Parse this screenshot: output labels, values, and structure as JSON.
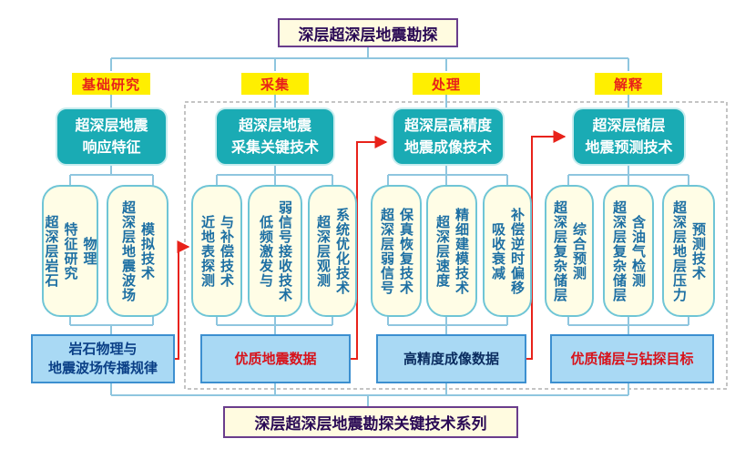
{
  "title": "深层超深层地震勘探",
  "bottom_title": "深层超深层地震勘探关键技术系列",
  "phases": [
    "基础研究",
    "采集",
    "处理",
    "解释"
  ],
  "headings": [
    "超深层地震\n响应特征",
    "超深层地震\n采集关键技术",
    "超深层高精度\n地震成像技术",
    "超深层储层\n地震预测技术"
  ],
  "items": [
    [
      "物理\n特征研究\n超深层岩石",
      "模拟技术\n超深层地震波场"
    ],
    [
      "与补偿技术\n近地表探测",
      "弱信号接收技术\n低频激发与",
      "系统优化技术\n超深层观测"
    ],
    [
      "保真恢复技术\n超深层弱信号",
      "精细建模技术\n超深层速度",
      "补偿逆时偏移\n吸收衰减"
    ],
    [
      "综合预测\n超深层复杂储层",
      "含油气检测\n超深层复杂储层",
      "预测技术\n超深层地层压力"
    ]
  ],
  "results": [
    "岩石物理与\n地震波场传播规律",
    "优质地震数据",
    "高精度成像数据",
    "优质储层与钻探目标"
  ],
  "colors": {
    "teal": "#1aabb4",
    "phase_bg": "#ffef00",
    "phase_text": "#e8221a",
    "arrow": "#e8221a",
    "result_bg": "#a9d9f4"
  }
}
